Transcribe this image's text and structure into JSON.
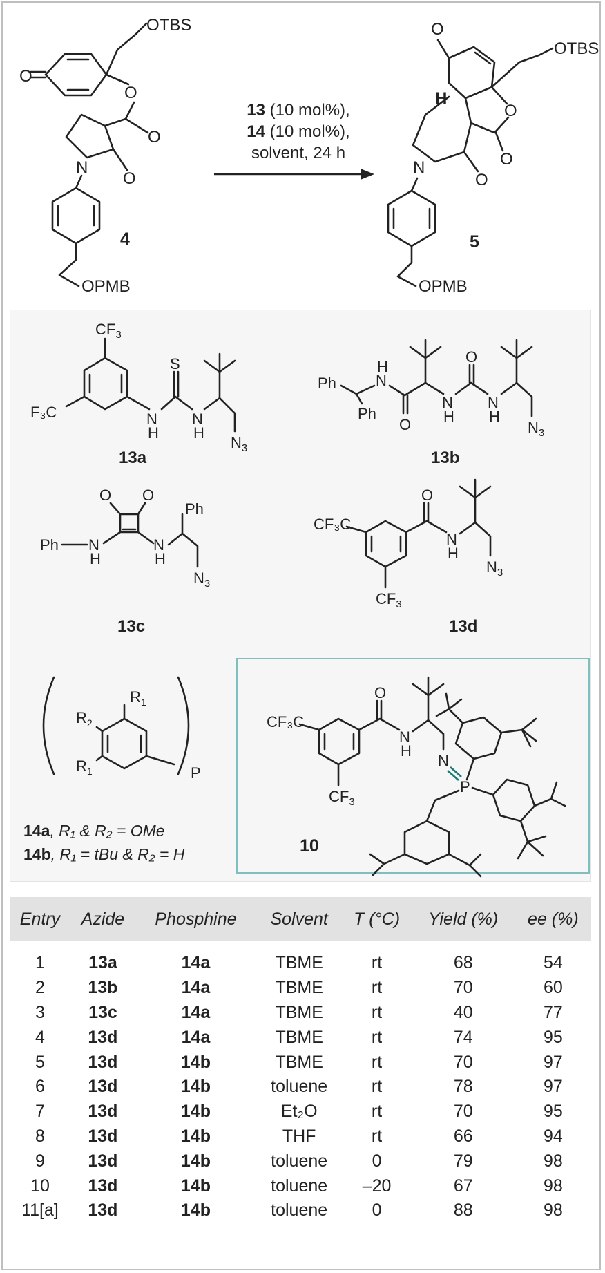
{
  "scheme": {
    "reactant": {
      "label": "4",
      "groups": {
        "otbs": "OTBS",
        "opmb": "OPMB",
        "o": "O",
        "n": "N"
      }
    },
    "product": {
      "label": "5",
      "groups": {
        "otbs": "OTBS",
        "opmb": "OPMB",
        "o": "O",
        "n": "N",
        "h": "H"
      }
    },
    "conditions": {
      "line1_bold": "13",
      "line1_rest": " (10 mol%),",
      "line2_bold": "14",
      "line2_rest": " (10 mol%),",
      "line3": "solvent, 24 h"
    }
  },
  "catalysts": {
    "c13a": {
      "label": "13a",
      "cf3_top": "CF",
      "cf3_left": "F",
      "s": "S",
      "nh": "N",
      "h": "H",
      "n3": "N"
    },
    "c13b": {
      "label": "13b",
      "ph": "Ph",
      "n": "N",
      "h": "H",
      "o": "O",
      "n3": "N"
    },
    "c13c": {
      "label": "13c",
      "ph": "Ph",
      "n": "N",
      "h": "H",
      "o": "O",
      "n3": "N"
    },
    "c13d": {
      "label": "13d",
      "cf3": "CF",
      "o": "O",
      "n": "N",
      "h": "H",
      "n3": "N"
    },
    "c14": {
      "r1": "R",
      "r2": "R",
      "p": "P",
      "line_a_label": "14a",
      "line_a_text": ", R₁ & R₂ = OMe",
      "line_b_label": "14b",
      "line_b_text": ", R₁ = tBu & R₂ = H"
    },
    "c10": {
      "label": "10",
      "cf3": "CF",
      "o": "O",
      "n": "N",
      "h": "H",
      "p": "P"
    }
  },
  "table": {
    "headers": [
      "Entry",
      "Azide",
      "Phosphine",
      "Solvent",
      "T (°C)",
      "Yield (%)",
      "ee (%)"
    ],
    "rows": [
      [
        "1",
        "13a",
        "14a",
        "TBME",
        "rt",
        "68",
        "54"
      ],
      [
        "2",
        "13b",
        "14a",
        "TBME",
        "rt",
        "70",
        "60"
      ],
      [
        "3",
        "13c",
        "14a",
        "TBME",
        "rt",
        "40",
        "77"
      ],
      [
        "4",
        "13d",
        "14a",
        "TBME",
        "rt",
        "74",
        "95"
      ],
      [
        "5",
        "13d",
        "14b",
        "TBME",
        "rt",
        "70",
        "97"
      ],
      [
        "6",
        "13d",
        "14b",
        "toluene",
        "rt",
        "78",
        "97"
      ],
      [
        "7",
        "13d",
        "14b",
        "Et₂O",
        "rt",
        "70",
        "95"
      ],
      [
        "8",
        "13d",
        "14b",
        "THF",
        "rt",
        "66",
        "94"
      ],
      [
        "9",
        "13d",
        "14b",
        "toluene",
        "0",
        "79",
        "98"
      ],
      [
        "10",
        "13d",
        "14b",
        "toluene",
        "–20",
        "67",
        "98"
      ],
      [
        "11[a]",
        "13d",
        "14b",
        "toluene",
        "0",
        "88",
        "98"
      ]
    ]
  }
}
